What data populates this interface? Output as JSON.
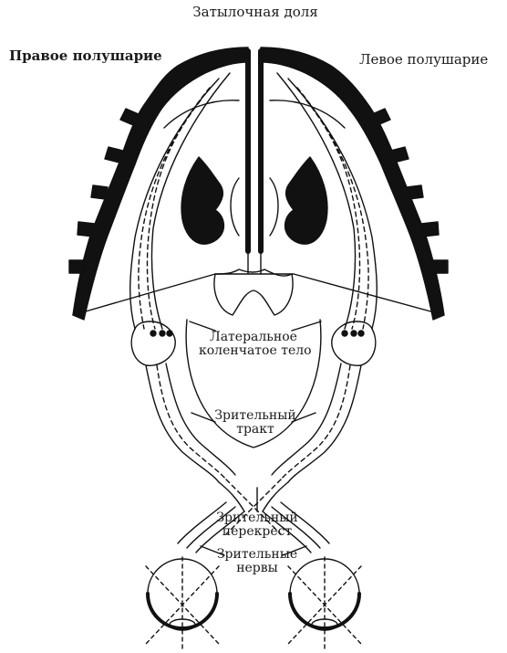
{
  "labels": {
    "occipital_lobe": "Затылочная доля",
    "right_hemisphere": "Правое полушарие",
    "left_hemisphere": "Левое полушарие",
    "lgn_line1": "Латеральное",
    "lgn_line2": "коленчатое тело",
    "tract_line1": "Зрительный",
    "tract_line2": "тракт",
    "chiasm_line1": "Зрительный",
    "chiasm_line2": "перекрест",
    "nerves_line1": "Зрительные",
    "nerves_line2": "нервы"
  },
  "colors": {
    "ink": "#111111",
    "paper": "#ffffff"
  }
}
